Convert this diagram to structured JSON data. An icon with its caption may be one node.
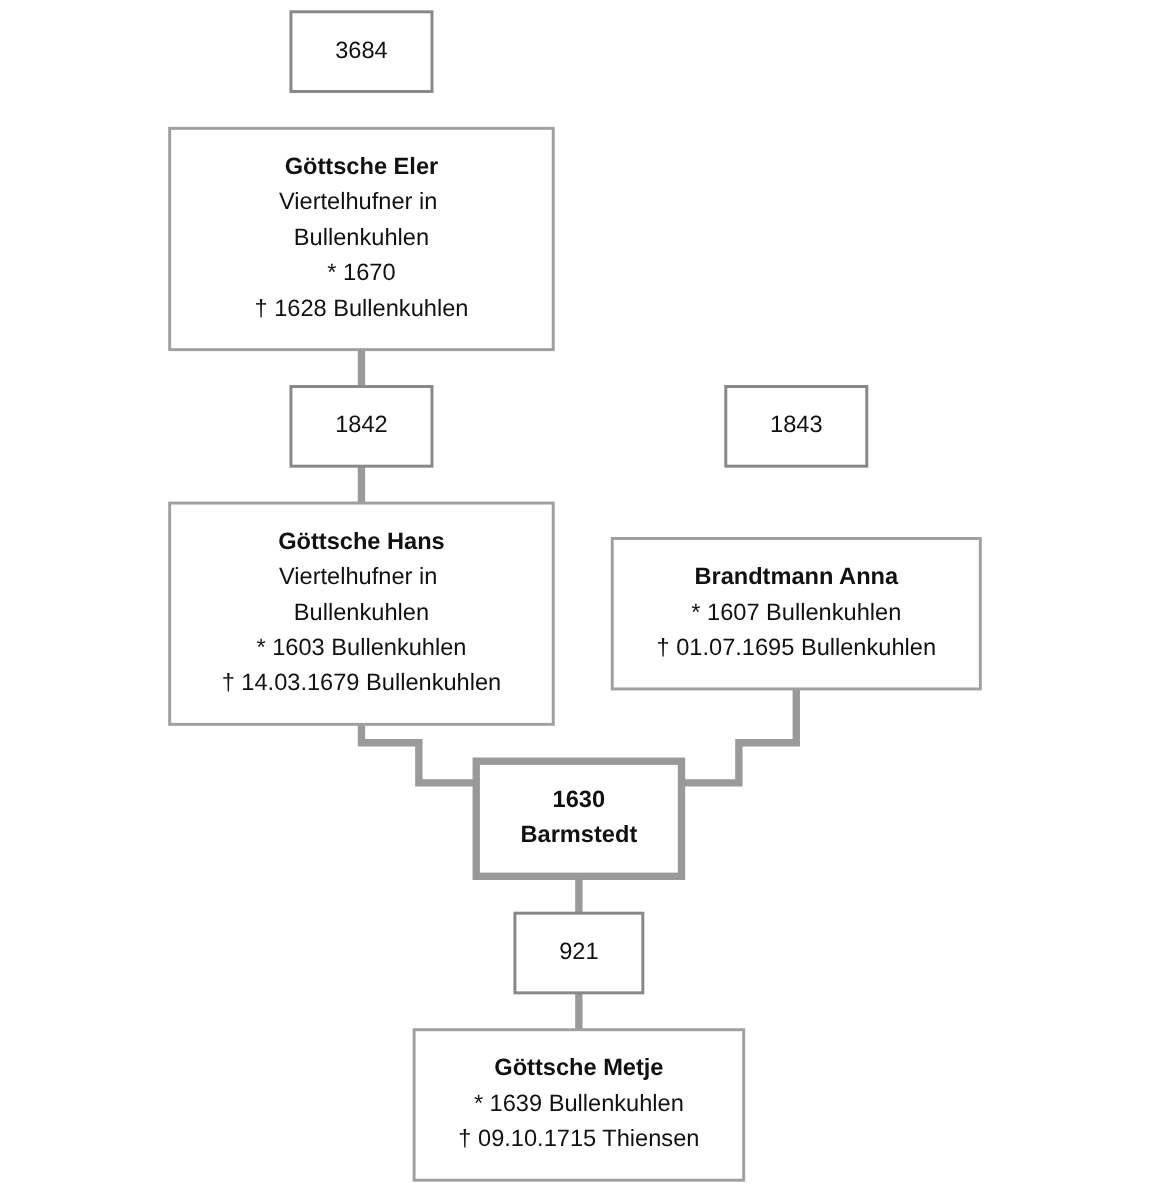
{
  "diagram": {
    "nodes": [
      {
        "text": [
          "3684"
        ]
      },
      {
        "text": [
          "Göttsche Eler",
          "Viertelhufner in Bullenkuhlen",
          "* 1670",
          "† 1628 Bullenkuhlen"
        ]
      },
      {
        "text": [
          "1842"
        ]
      },
      {
        "text": [
          "Göttsche Hans",
          "Viertelhufner in Bullenkuhlen",
          "* 1603 Bullenkuhlen",
          "† 14.03.1679 Bullenkuhlen"
        ]
      },
      {
        "text": [
          "1843"
        ]
      },
      {
        "text": [
          "Brandtmann Anna",
          "* 1607 Bullenkuhlen",
          "† 01.07.1695 Bullenkuhlen"
        ]
      },
      {
        "text": [
          "1630",
          "Barmstedt"
        ]
      },
      {
        "text": [
          "921"
        ]
      },
      {
        "text": [
          "Göttsche Metje",
          "* 1639 Bullenkuhlen",
          "† 09.10.1715 Thiensen"
        ]
      }
    ],
    "edges": [
      {
        "from": 1,
        "to": 2,
        "arrow": "none"
      },
      {
        "from": 2,
        "to": 3,
        "arrow": "none"
      },
      {
        "from": 3,
        "to": 6,
        "arrow": "none"
      },
      {
        "from": 5,
        "to": 6,
        "arrow": "none"
      },
      {
        "from": 6,
        "to": 7,
        "arrow": "none"
      },
      {
        "from": 7,
        "to": 8,
        "arrow": "none"
      }
    ]
  }
}
